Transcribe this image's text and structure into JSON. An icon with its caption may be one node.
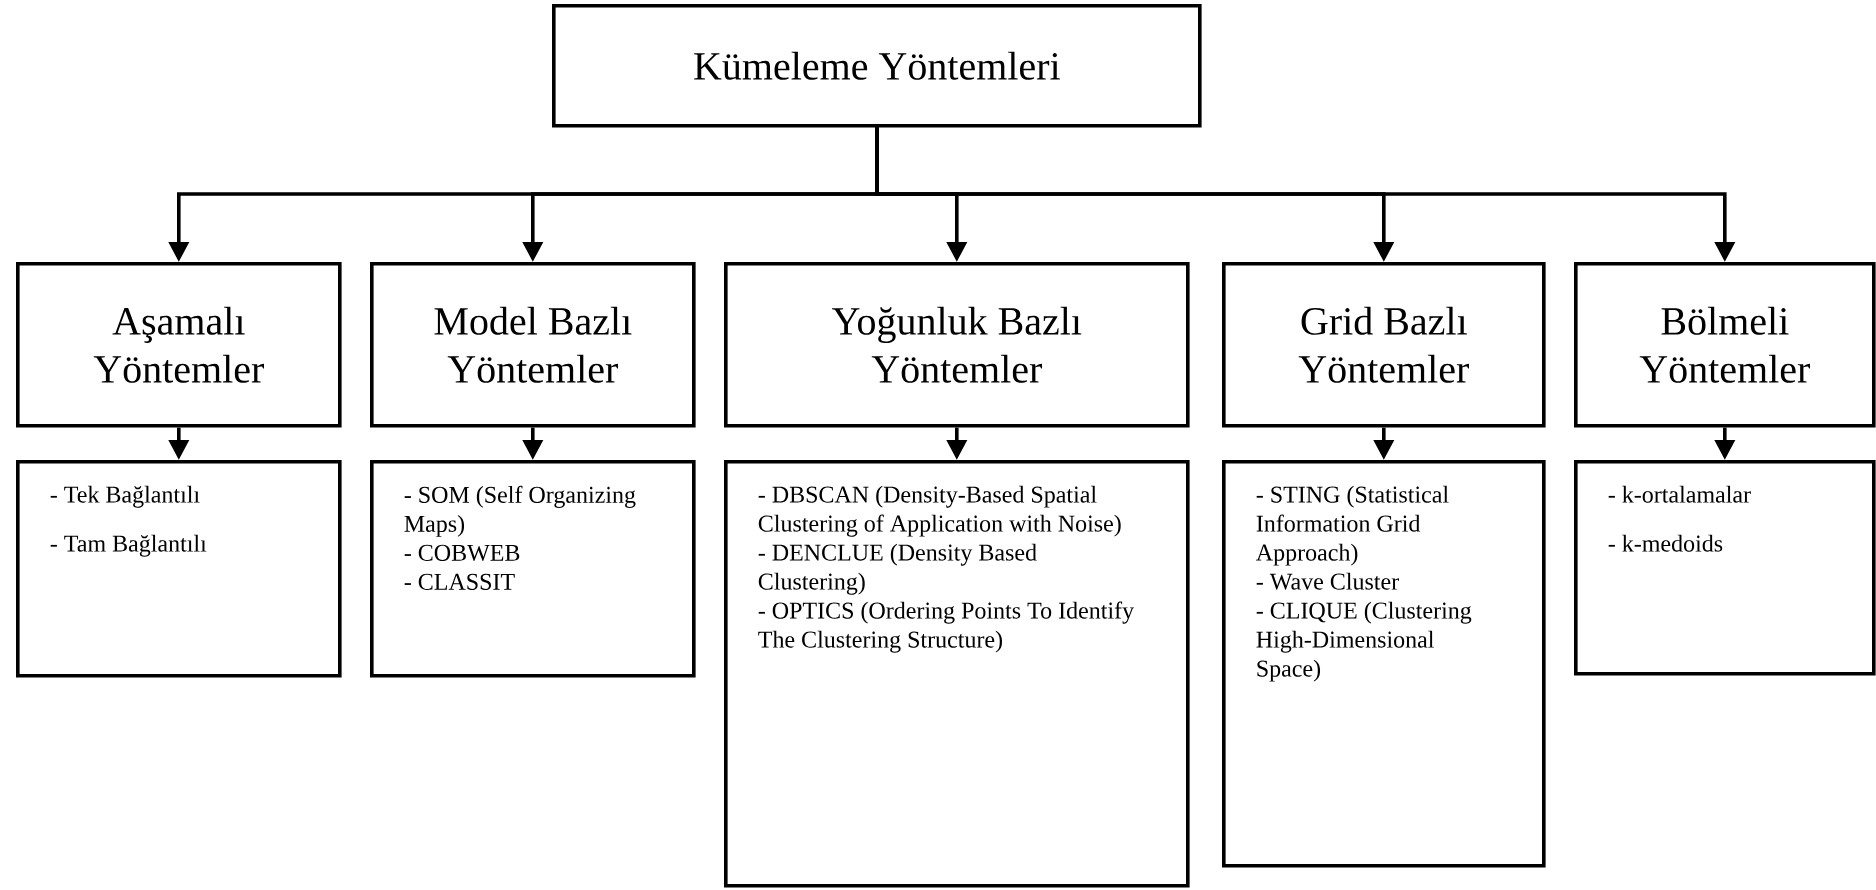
{
  "diagram": {
    "nodes": [
      {
        "text": [
          "Kümeleme Yöntemleri"
        ]
      },
      {
        "text": [
          "Aşamalı Yöntemler"
        ]
      },
      {
        "text": [
          "Model Bazlı Yöntemler"
        ]
      },
      {
        "text": [
          "Yoğunluk Bazlı Yöntemler"
        ]
      },
      {
        "text": [
          "Grid Bazlı Yöntemler"
        ]
      },
      {
        "text": [
          "Bölmeli Yöntemler"
        ]
      },
      {
        "text": [
          "- Tek Bağlantılı",
          "- Tam Bağlantılı"
        ]
      },
      {
        "text": [
          "- SOM (Self Organizing Maps)",
          "- COBWEB",
          "- CLASSIT"
        ]
      },
      {
        "text": [
          "- DBSCAN (Density-Based Spatial Clustering of Application with Noise)",
          "- DENCLUE (Density Based Clustering)",
          "- OPTICS (Ordering Points To Identify The Clustering Structure)"
        ]
      },
      {
        "text": [
          "- STING (Statistical Information Grid Approach)",
          "- Wave Cluster",
          "- CLIQUE (Clustering High-Dimensional Space)"
        ]
      },
      {
        "text": [
          "- k-ortalamalar",
          "- k-medoids"
        ]
      }
    ],
    "edges": [
      {
        "from": 0,
        "to": 1,
        "arrow": "to"
      },
      {
        "from": 0,
        "to": 2,
        "arrow": "to"
      },
      {
        "from": 0,
        "to": 3,
        "arrow": "to"
      },
      {
        "from": 0,
        "to": 4,
        "arrow": "to"
      },
      {
        "from": 0,
        "to": 5,
        "arrow": "to"
      },
      {
        "from": 1,
        "to": 6,
        "arrow": "to"
      },
      {
        "from": 2,
        "to": 7,
        "arrow": "to"
      },
      {
        "from": 3,
        "to": 8,
        "arrow": "to"
      },
      {
        "from": 4,
        "to": 9,
        "arrow": "to"
      },
      {
        "from": 5,
        "to": 10,
        "arrow": "to"
      }
    ]
  }
}
